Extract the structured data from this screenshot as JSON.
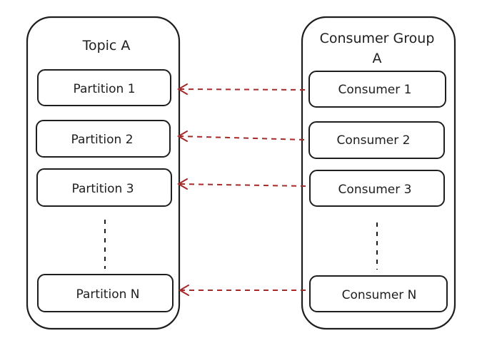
{
  "topic": {
    "title": "Topic A",
    "partitions": [
      {
        "label": "Partition 1"
      },
      {
        "label": "Partition 2"
      },
      {
        "label": "Partition 3"
      },
      {
        "label": "Partition N"
      }
    ]
  },
  "consumer_group": {
    "title_line1": "Consumer Group",
    "title_line2": "A",
    "consumers": [
      {
        "label": "Consumer 1"
      },
      {
        "label": "Consumer 2"
      },
      {
        "label": "Consumer 3"
      },
      {
        "label": "Consumer N"
      }
    ]
  },
  "colors": {
    "stroke": "#1e1e1e",
    "arrow": "#a52b2b",
    "background": "#ffffff"
  }
}
